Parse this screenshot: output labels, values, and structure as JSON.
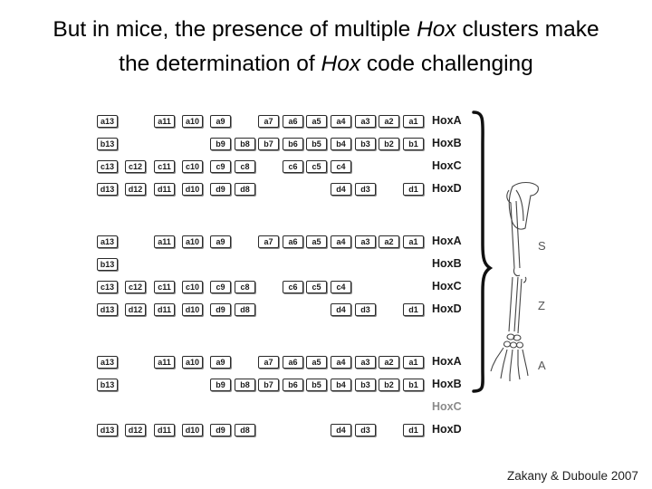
{
  "title": {
    "line1_pre": "But in mice, the presence of multiple ",
    "line1_italic": "Hox",
    "line1_post": " clusters make",
    "line2_pre": "the determination of ",
    "line2_italic": "Hox",
    "line2_post": " code challenging"
  },
  "columns": [
    "13",
    "12",
    "11",
    "10",
    "9",
    "8",
    "7",
    "6",
    "5",
    "4",
    "3",
    "2",
    "1"
  ],
  "groups": [
    {
      "rows": [
        {
          "cluster": "HoxA",
          "prefix": "a",
          "genes": [
            "13",
            "11",
            "10",
            "9",
            "7",
            "6",
            "5",
            "4",
            "3",
            "2",
            "1"
          ],
          "faded": false
        },
        {
          "cluster": "HoxB",
          "prefix": "b",
          "genes": [
            "13",
            "9",
            "8",
            "7",
            "6",
            "5",
            "4",
            "3",
            "2",
            "1"
          ],
          "faded": false
        },
        {
          "cluster": "HoxC",
          "prefix": "c",
          "genes": [
            "13",
            "12",
            "11",
            "10",
            "9",
            "8",
            "6",
            "5",
            "4"
          ],
          "faded": false
        },
        {
          "cluster": "HoxD",
          "prefix": "d",
          "genes": [
            "13",
            "12",
            "11",
            "10",
            "9",
            "8",
            "4",
            "3",
            "1"
          ],
          "faded": false
        }
      ]
    },
    {
      "rows": [
        {
          "cluster": "HoxA",
          "prefix": "a",
          "genes": [
            "13",
            "11",
            "10",
            "9",
            "7",
            "6",
            "5",
            "4",
            "3",
            "2",
            "1"
          ],
          "faded": false
        },
        {
          "cluster": "HoxB",
          "prefix": "b",
          "genes": [
            "13"
          ],
          "faded": false
        },
        {
          "cluster": "HoxC",
          "prefix": "c",
          "genes": [
            "13",
            "12",
            "11",
            "10",
            "9",
            "8",
            "6",
            "5",
            "4"
          ],
          "faded": false
        },
        {
          "cluster": "HoxD",
          "prefix": "d",
          "genes": [
            "13",
            "12",
            "11",
            "10",
            "9",
            "8",
            "4",
            "3",
            "1"
          ],
          "faded": false
        }
      ]
    },
    {
      "rows": [
        {
          "cluster": "HoxA",
          "prefix": "a",
          "genes": [
            "13",
            "11",
            "10",
            "9",
            "7",
            "6",
            "5",
            "4",
            "3",
            "2",
            "1"
          ],
          "faded": false
        },
        {
          "cluster": "HoxB",
          "prefix": "b",
          "genes": [
            "13",
            "9",
            "8",
            "7",
            "6",
            "5",
            "4",
            "3",
            "2",
            "1"
          ],
          "faded": false
        },
        {
          "cluster": "HoxC",
          "prefix": "c",
          "genes": [],
          "faded": true
        },
        {
          "cluster": "HoxD",
          "prefix": "d",
          "genes": [
            "13",
            "12",
            "11",
            "10",
            "9",
            "8",
            "4",
            "3",
            "1"
          ],
          "faded": false
        }
      ]
    }
  ],
  "limb_regions": {
    "s": "S",
    "z": "Z",
    "a": "A"
  },
  "credit": "Zakany & Duboule 2007",
  "colors": {
    "box_border": "#2a2a2a",
    "faded_label": "#8a8a8a"
  }
}
